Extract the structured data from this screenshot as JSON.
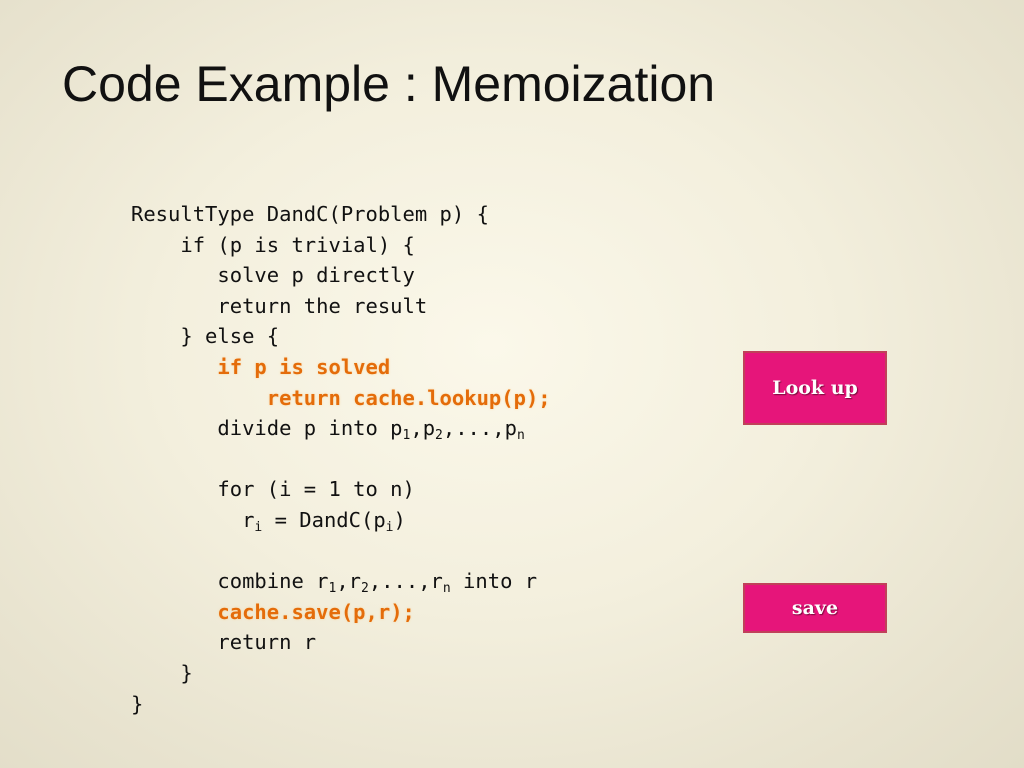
{
  "slide": {
    "title": "Code Example : Memoization"
  },
  "code": {
    "lines": [
      [
        {
          "t": "ResultType DandC(Problem p) {"
        }
      ],
      [
        {
          "t": "    if (p is trivial) {"
        }
      ],
      [
        {
          "t": "       solve p directly"
        }
      ],
      [
        {
          "t": "       return the result"
        }
      ],
      [
        {
          "t": "    } else {"
        }
      ],
      [
        {
          "t": "       "
        },
        {
          "t": "if p is solved",
          "hl": true
        }
      ],
      [
        {
          "t": "           "
        },
        {
          "t": "return cache.lookup(p);",
          "hl": true
        }
      ],
      [
        {
          "t": "       divide p into p"
        },
        {
          "t": "1",
          "sub": true
        },
        {
          "t": ",p"
        },
        {
          "t": "2",
          "sub": true
        },
        {
          "t": ",...,p"
        },
        {
          "t": "n",
          "sub": true
        }
      ],
      [
        {
          "t": ""
        }
      ],
      [
        {
          "t": "       for (i = 1 to n)"
        }
      ],
      [
        {
          "t": "         r"
        },
        {
          "t": "i",
          "sub": true
        },
        {
          "t": " = DandC(p"
        },
        {
          "t": "i",
          "sub": true
        },
        {
          "t": ")"
        }
      ],
      [
        {
          "t": ""
        }
      ],
      [
        {
          "t": "       combine r"
        },
        {
          "t": "1",
          "sub": true
        },
        {
          "t": ",r"
        },
        {
          "t": "2",
          "sub": true
        },
        {
          "t": ",...,r"
        },
        {
          "t": "n",
          "sub": true
        },
        {
          "t": " into r"
        }
      ],
      [
        {
          "t": "       "
        },
        {
          "t": "cache.save(p,r);",
          "hl": true
        }
      ],
      [
        {
          "t": "       return r"
        }
      ],
      [
        {
          "t": "    }"
        }
      ],
      [
        {
          "t": "}"
        }
      ]
    ]
  },
  "callouts": {
    "lookup": "Look up",
    "save": "save"
  },
  "colors": {
    "highlight": "#e46c0a",
    "callout_fill": "#e6157a",
    "callout_border": "#c0405a"
  }
}
